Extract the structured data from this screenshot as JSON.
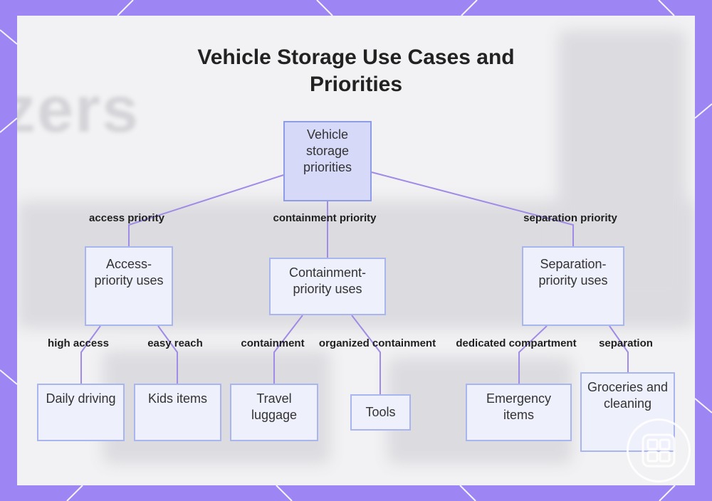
{
  "title": "Vehicle Storage Use Cases and Priorities",
  "colors": {
    "frame": "#9d86f4",
    "node_fill": "#eef0fb",
    "root_fill": "#d6daf8",
    "node_border": "#a9b5ee",
    "connector": "#a08be6"
  },
  "nodes": {
    "root": "Vehicle storage priorities",
    "access": "Access-priority uses",
    "containment": "Containment-priority uses",
    "separation": "Separation-priority uses",
    "daily": "Daily driving",
    "kids": "Kids items",
    "travel": "Travel luggage",
    "tools": "Tools",
    "emergency": "Emergency items",
    "groceries": "Groceries and cleaning"
  },
  "edges": {
    "access_priority": "access priority",
    "containment_priority": "containment priority",
    "separation_priority": "separation priority",
    "high_access": "high access",
    "easy_reach": "easy reach",
    "containment": "containment",
    "organized_containment": "organized containment",
    "dedicated_compartment": "dedicated compartment",
    "separation": "separation"
  },
  "watermark_icon": "grid-logo-icon"
}
